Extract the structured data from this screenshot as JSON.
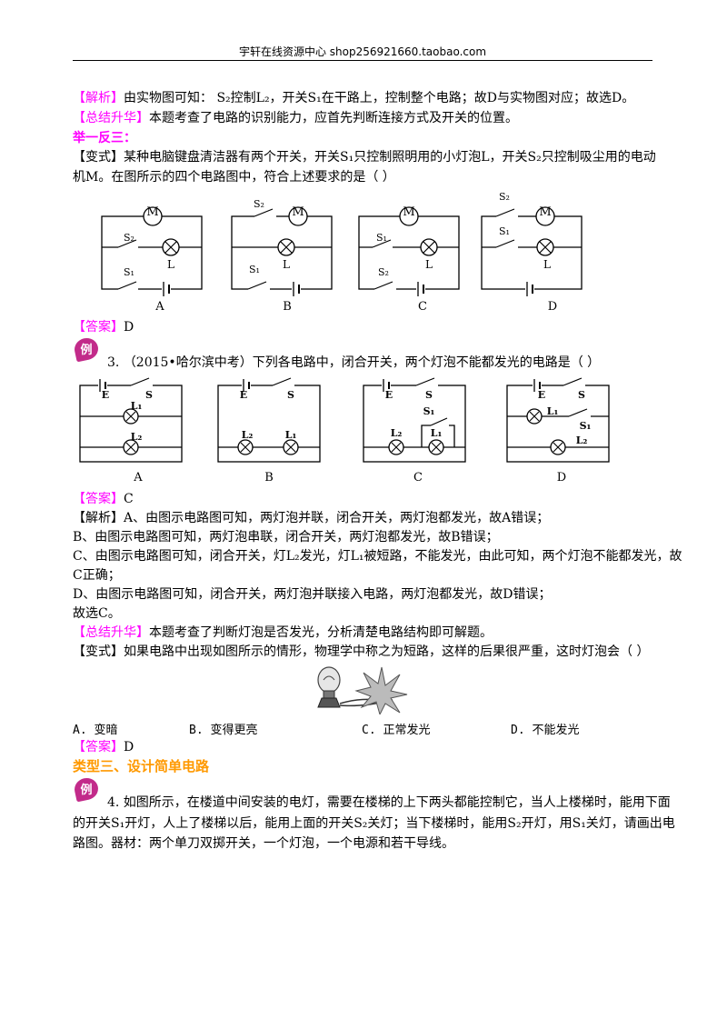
{
  "header": {
    "text": "宇轩在线资源中心  shop256921660.taobao.com"
  },
  "p1": {
    "tag": "【解析】",
    "body": "由实物图可知：  S₂控制L₂，开关S₁在干路上，控制整个电路；故D与实物图对应；故选D。"
  },
  "p2": {
    "tag": "【总结升华】",
    "body": "本题考查了电路的识别能力，应首先判断连接方式及开关的位置。"
  },
  "p3": {
    "title": "举一反三："
  },
  "q1": {
    "line1": "【变式】某种电脑键盘清洁器有两个开关，开关S₁只控制照明用的小灯泡L，开关S₂只控制吸尘用的电动",
    "line2": "机M。在图所示的四个电路图中，符合上述要求的是（         ）",
    "diagrams": {
      "motor": "M",
      "lamp": "L",
      "a": {
        "s_top": "S₂",
        "s_bot": "S₁",
        "caption": "A"
      },
      "b": {
        "s_top": "S₂",
        "s_bot": "S₁",
        "caption": "B"
      },
      "c": {
        "s_top": "S₁",
        "s_bot": "S₂",
        "caption": "C"
      },
      "d": {
        "s_top": "S₂",
        "s_bot": "S₁",
        "caption": "D"
      }
    },
    "answer_tag": "【答案】",
    "answer": "D"
  },
  "ex3": {
    "badge": "例",
    "question": "3. （2015•哈尔滨中考）下列各电路中，闭合开关，两个灯泡不能都发光的电路是（       ）",
    "labels": {
      "e": "E",
      "s": "S",
      "s1": "S₁",
      "l1": "L₁",
      "l2": "L₂"
    },
    "captions": [
      "A",
      "B",
      "C",
      "D"
    ],
    "answer_tag": "【答案】",
    "answer": "C",
    "analysis_tag": "【解析】",
    "analysis_a": "A、由图示电路图可知，两灯泡并联，闭合开关，两灯泡都发光，故A错误；",
    "analysis_b": "B、由图示电路图可知，两灯泡串联，闭合开关，两灯泡都发光，故B错误；",
    "analysis_c1": "C、由图示电路图可知，闭合开关，灯L₂发光，灯L₁被短路，不能发光，由此可知，两个灯泡不能都发光，故",
    "analysis_c2": "C正确；",
    "analysis_d": "D、由图示电路图可知，闭合开关，两灯泡并联接入电路，两灯泡都发光，故D错误；",
    "conclusion": "故选C。",
    "summary_tag": "【总结升华】",
    "summary": "本题考查了判断灯泡是否发光，分析清楚电路结构即可解题。",
    "variant": "【变式】如果电路中出现如图所示的情形，物理学中称之为短路，这样的后果很严重，这时灯泡会（        ）",
    "options": [
      "A. 变暗",
      "B. 变得更亮",
      "C. 正常发光",
      "D. 不能发光"
    ],
    "variant_answer_tag": "【答案】",
    "variant_answer": "D"
  },
  "section3": {
    "title": "类型三、设计简单电路"
  },
  "ex4": {
    "badge": "例",
    "line1": "4. 如图所示，在楼道中间安装的电灯，需要在楼梯的上下两头都能控制它，当人上楼梯时，能用下面",
    "line2": "的开关S₁开灯，人上了楼梯以后，能用上面的开关S₂关灯；当下楼梯时，能用S₂开灯，用S₁关灯，请画出电",
    "line3": "路图。器材：两个单刀双掷开关，一个灯泡，一个电源和若干导线。"
  }
}
